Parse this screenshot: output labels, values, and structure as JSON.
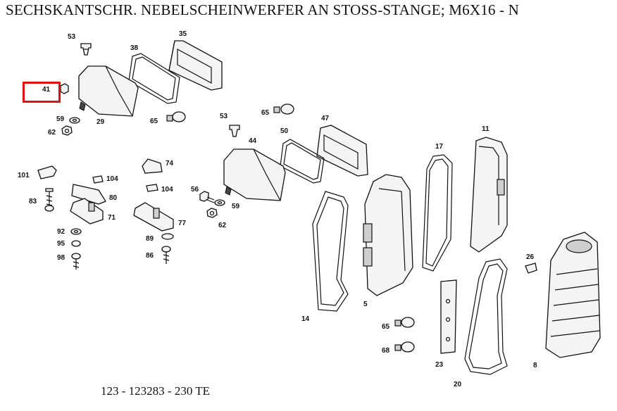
{
  "title": "SECHSKANTSCHR. NEBELSCHEINWERFER AN STOSS-STANGE; M6X16 - N",
  "footer": "123 - 123283 - 230 TE",
  "highlight_color": "#e01010",
  "selected_part": "41",
  "parts": {
    "p53a": "53",
    "p35": "35",
    "p38": "38",
    "p41": "41",
    "p29": "29",
    "p59a": "59",
    "p62a": "62",
    "p65a": "65",
    "p53b": "53",
    "p65b": "65",
    "p47": "47",
    "p50": "50",
    "p44": "44",
    "p11": "11",
    "p17": "17",
    "p101": "101",
    "p104a": "104",
    "p74": "74",
    "p80": "80",
    "p83": "83",
    "p104b": "104",
    "p56": "56",
    "p59b": "59",
    "p71": "71",
    "p77": "77",
    "p62b": "62",
    "p92": "92",
    "p95": "95",
    "p89": "89",
    "p98": "98",
    "p86": "86",
    "p26": "26",
    "p14": "14",
    "p5": "5",
    "p65c": "65",
    "p68": "68",
    "p23": "23",
    "p20": "20",
    "p8": "8"
  }
}
